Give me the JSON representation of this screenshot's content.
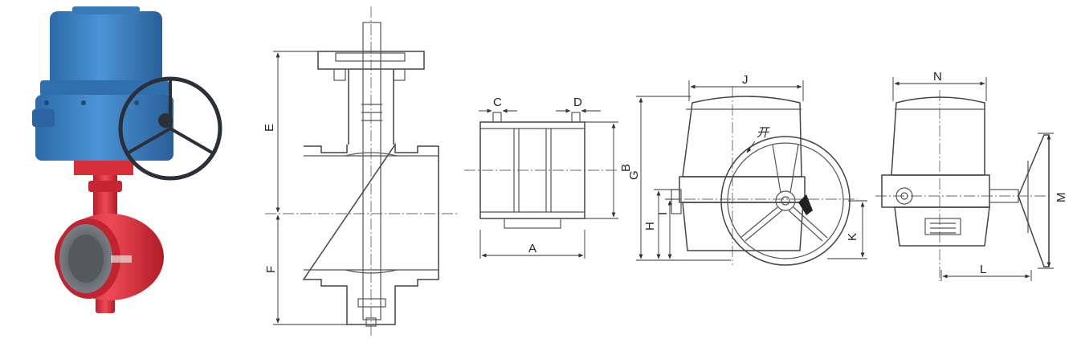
{
  "dimension_labels": {
    "A": "A",
    "B": "B",
    "C": "C",
    "D": "D",
    "E": "E",
    "F": "F",
    "G": "G",
    "H": "H",
    "I": "I",
    "J": "J",
    "K": "K",
    "L": "L",
    "M": "M",
    "N": "N"
  },
  "open_direction_label": "开",
  "colors": {
    "actuator_blue": "#3f85c4",
    "valve_red": "#d8323c",
    "handwheel": "#2b3038",
    "drawing_line": "#555555"
  },
  "icons": {
    "arrow": "arrowhead",
    "handwheel": "handwheel-icon"
  }
}
